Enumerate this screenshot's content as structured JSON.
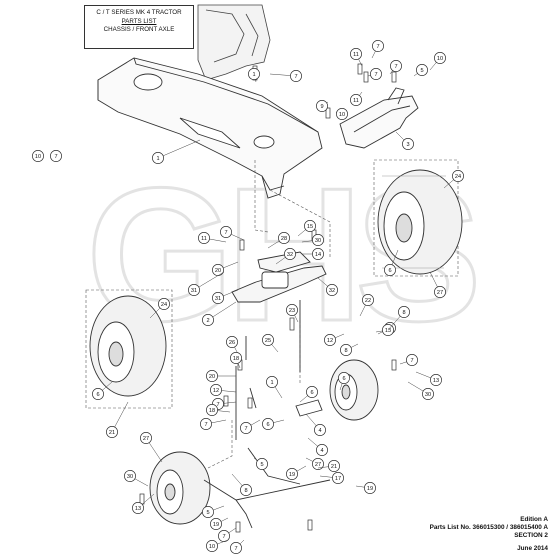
{
  "header": {
    "line1": "C / T SERIES MK 4 TRACTOR",
    "line2": "PARTS LIST",
    "line3": "CHASSIS / FRONT AXLE"
  },
  "footer": {
    "edition": "Edition A",
    "parts_list": "Parts List No. 366015300 / 386015400 A",
    "section": "SECTION 2",
    "date": "June 2014"
  },
  "watermark": "GHS",
  "callouts": [
    "11",
    "7",
    "1",
    "1",
    "7",
    "11",
    "7",
    "7",
    "5",
    "10",
    "9",
    "10",
    "3",
    "24",
    "6",
    "27",
    "11",
    "7",
    "20",
    "31",
    "31",
    "28",
    "32",
    "32",
    "2",
    "15",
    "30",
    "14",
    "24",
    "6",
    "21",
    "22",
    "12",
    "8",
    "23",
    "6",
    "13",
    "8",
    "20",
    "12",
    "27",
    "7",
    "7",
    "4",
    "5",
    "6",
    "1",
    "30",
    "7",
    "18",
    "26",
    "25",
    "23",
    "7",
    "13",
    "18",
    "6",
    "4",
    "27",
    "13",
    "30",
    "8",
    "5",
    "19",
    "21",
    "17",
    "19",
    "19",
    "7",
    "10",
    "7",
    "10",
    "7"
  ]
}
